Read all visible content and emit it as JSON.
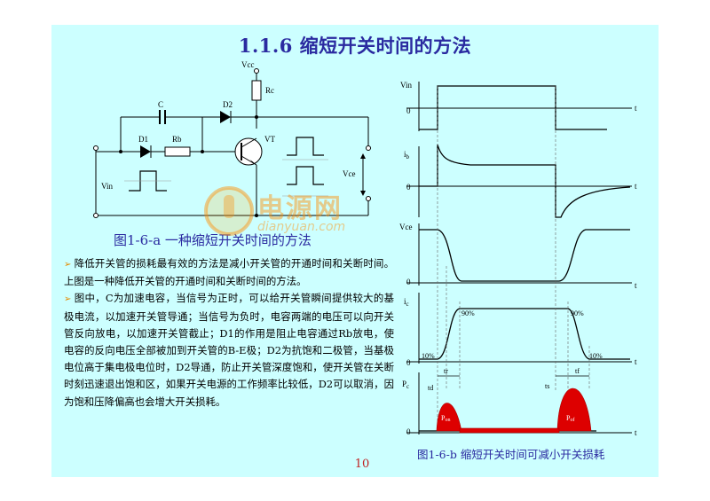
{
  "slide": {
    "title": "1.1.6  缩短开关时间的方法",
    "page_number": "10"
  },
  "circuit": {
    "labels": {
      "vcc": "Vcc",
      "rc": "Rc",
      "c": "C",
      "d2": "D2",
      "d1": "D1",
      "rb": "Rb",
      "vt": "VT",
      "vin": "Vin",
      "vce": "Vce"
    },
    "caption": "图1-6-a   一种缩短开关时间的方法"
  },
  "body": {
    "paragraph1": "降低开关管的损耗最有效的方法是减小开关管的开通时间和关断时间。上图是一种降低开关管的开通时间和关断时间的方法。",
    "paragraph2": "图中，C为加速电容，当信号为正时，可以给开关管瞬间提供较大的基极电流，以加速开关管导通；当信号为负时，电容两端的电压可以向开关管反向放电，以加速开关管截止；D1的作用是阻止电容通过Rb放电，使电容的反向电压全部被加到开关管的B-E极；D2为抗饱和二极管，当基极电位高于集电极电位时，D2导通，防止开关管深度饱和，使开关管在关断时刻迅速退出饱和区，如果开关电源的工作频率比较低，D2可以取消，因为饱和压降偏高也会增大开关损耗。"
  },
  "waveforms": {
    "vin_label": "Vin",
    "ib_label": "i",
    "ib_sub": "b",
    "vce_label": "Vce",
    "ic_label": "i",
    "ic_sub": "c",
    "pc_label": "P",
    "pc_sub": "c",
    "zero": "0",
    "t": "t",
    "pct90": "90%",
    "pct10": "10%",
    "tr": "tr",
    "td": "td",
    "ts": "ts",
    "tf": "tf",
    "pon_main": "P",
    "pon_sub": "on",
    "pof_main": "P",
    "pof_sub": "of",
    "caption": "图1-6-b  缩短开关时间可减小开关损耗"
  },
  "watermark": {
    "text": "电源网",
    "url": "dianyuan.com"
  },
  "colors": {
    "slide_bg": "#ccffff",
    "title": "#2a2aa0",
    "bullet": "#e58a00",
    "loss_fill": "#dd0000"
  }
}
